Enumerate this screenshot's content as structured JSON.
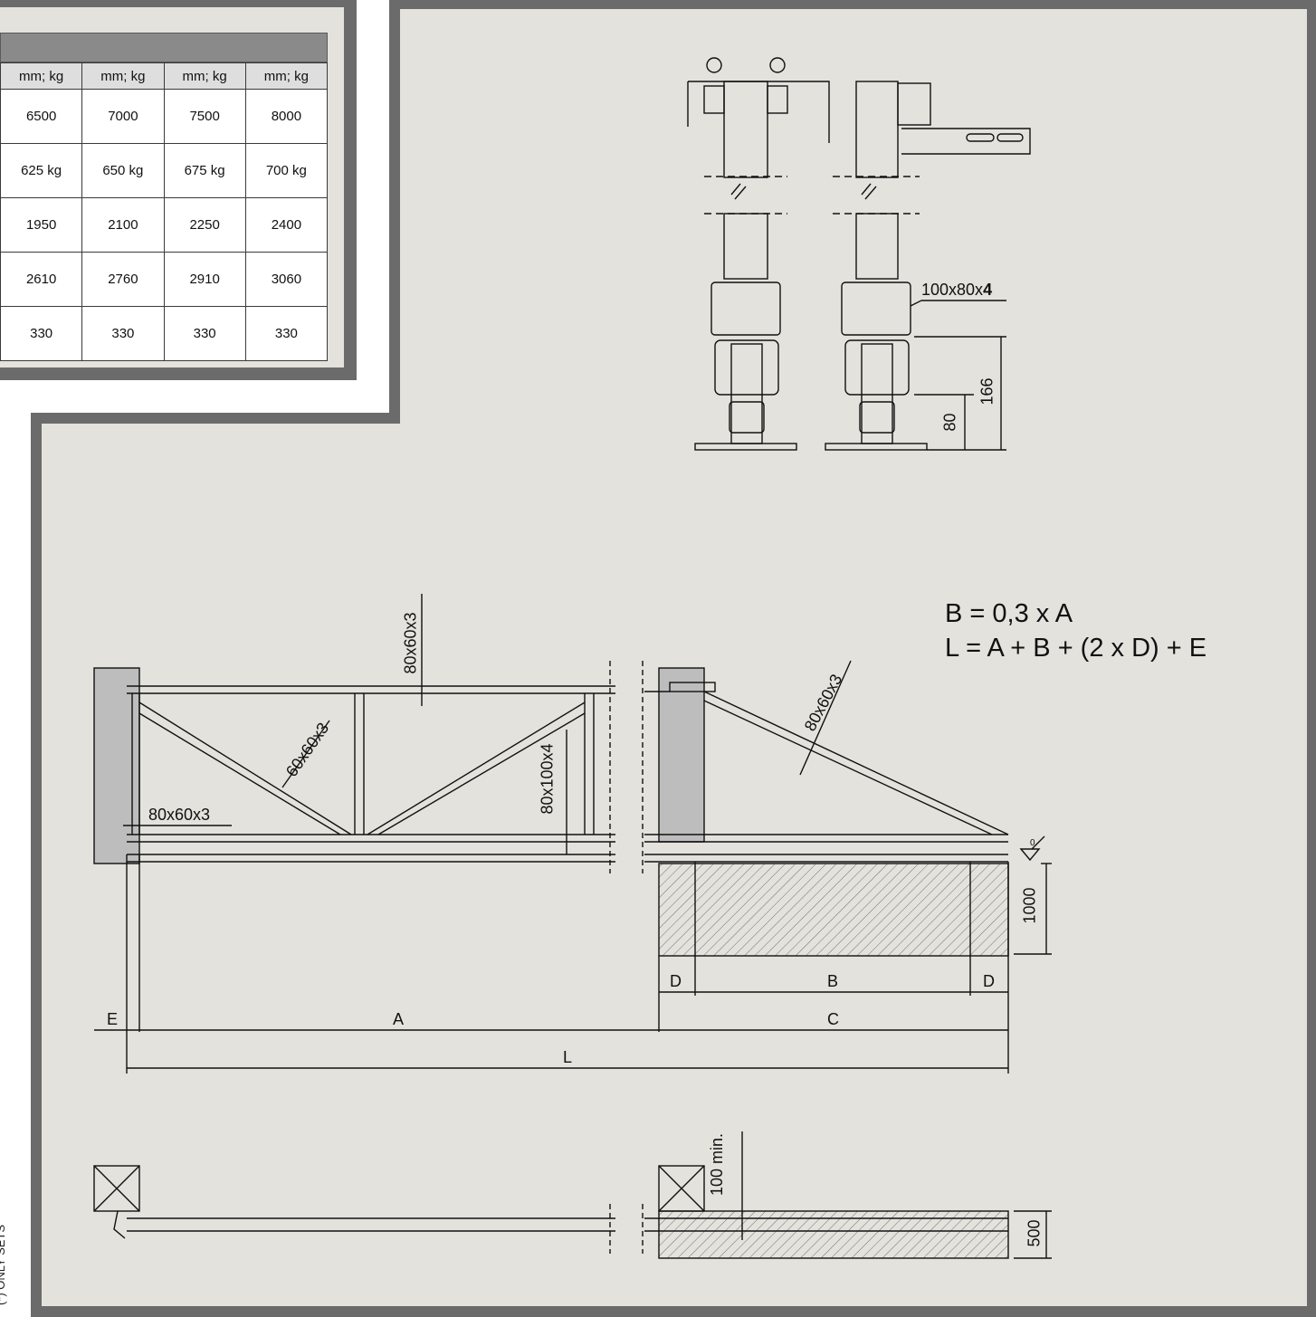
{
  "spec_table": {
    "header_units": [
      "mm; kg",
      "mm; kg",
      "mm; kg",
      "mm; kg"
    ],
    "rows": [
      [
        "6500",
        "7000",
        "7500",
        "8000"
      ],
      [
        "625 kg",
        "650 kg",
        "675 kg",
        "700 kg"
      ],
      [
        "1950",
        "2100",
        "2250",
        "2400"
      ],
      [
        "2610",
        "2760",
        "2910",
        "3060"
      ],
      [
        "330",
        "330",
        "330",
        "330"
      ]
    ]
  },
  "formulas": {
    "line1": "B = 0,3 x A",
    "line2": "L = A + B + (2 x D) + E"
  },
  "top_drawing": {
    "profile_label": "100x80x",
    "profile_label_bold": "4",
    "dim_166": "166",
    "dim_80": "80"
  },
  "elevation": {
    "top_rail_left": "80x60x3",
    "diagonal": "60x60x3",
    "post_profile": "80x100x4",
    "bottom_profile": "80x60x3",
    "tail_diagonal": "80x60x3",
    "foundation_depth": "1000",
    "level_mark": "0",
    "dim_E": "E",
    "dim_A": "A",
    "dim_C": "C",
    "dim_D_left": "D",
    "dim_B": "B",
    "dim_D_right": "D",
    "dim_L": "L"
  },
  "plan": {
    "clearance": "100 min.",
    "width": "500"
  },
  "side_note": "(*) ONLY SETS",
  "colors": {
    "background_panel": "#e3e2dc",
    "frame_gray": "#6b6b6b",
    "table_banner": "#8a8a8a",
    "post_fill": "#bdbdbd"
  }
}
